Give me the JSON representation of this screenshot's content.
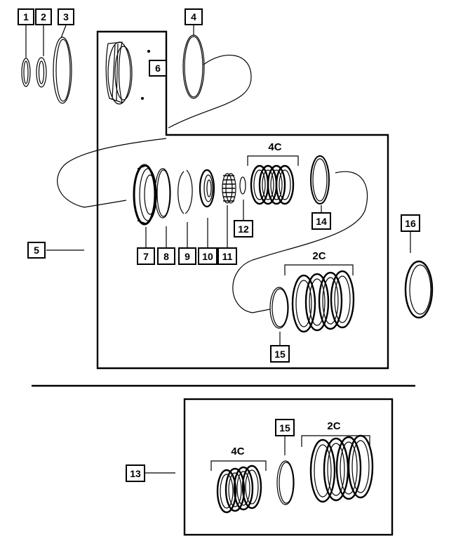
{
  "callouts": {
    "c1": "1",
    "c2": "2",
    "c3": "3",
    "c4": "4",
    "c5": "5",
    "c6": "6",
    "c7": "7",
    "c8": "8",
    "c9": "9",
    "c10": "10",
    "c11": "11",
    "c12": "12",
    "c13": "13",
    "c14": "14",
    "c15a": "15",
    "c15b": "15",
    "c16": "16"
  },
  "group_labels": {
    "top_4c": "4C",
    "top_2c": "2C",
    "bottom_4c": "4C",
    "bottom_2c": "2C"
  }
}
